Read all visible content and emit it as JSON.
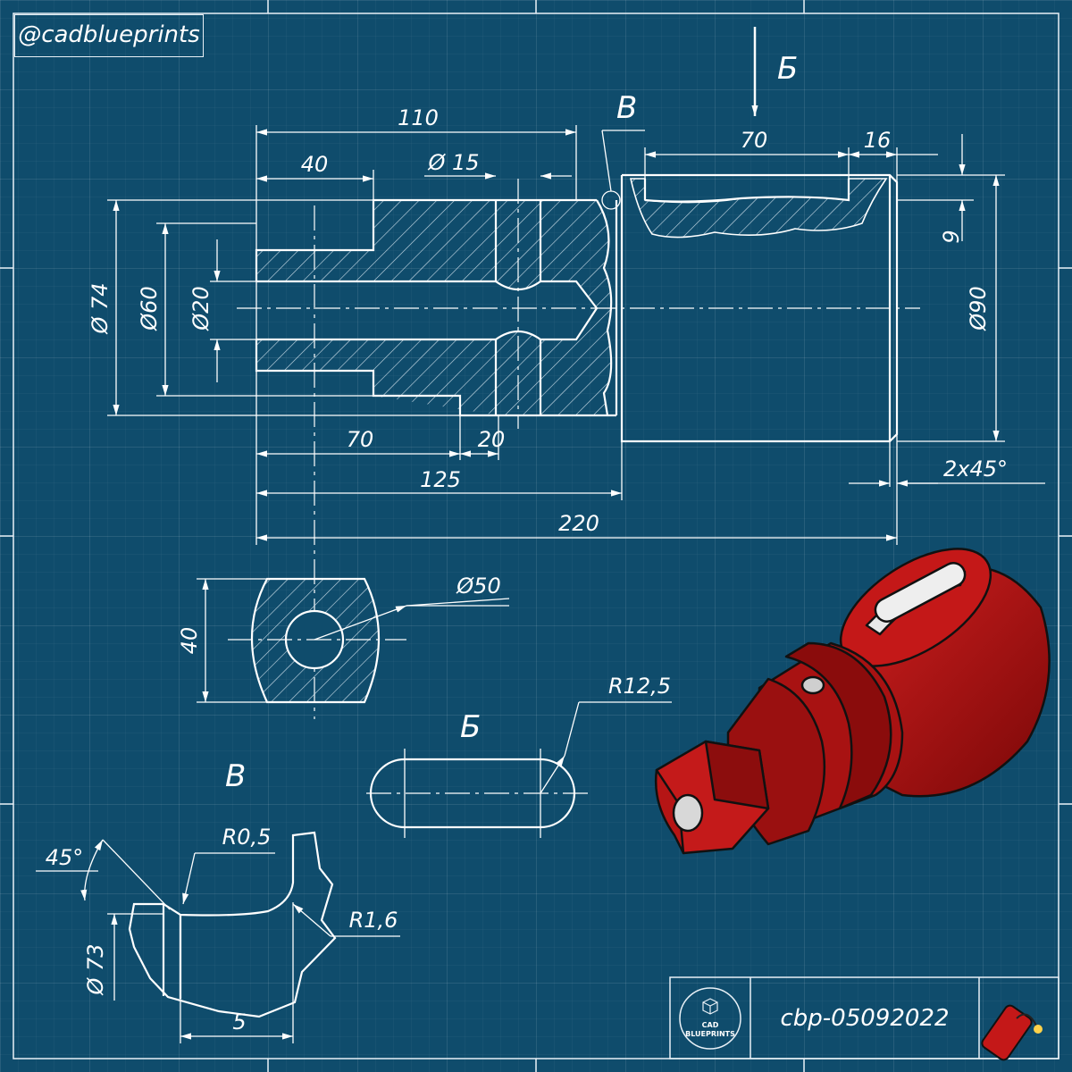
{
  "social_handle": "@cadblueprints",
  "drawing_code": "cbp-05092022",
  "logo_text": [
    "CAD",
    "BLUEPRINTS"
  ],
  "colors": {
    "background": "#0f4c6c",
    "line": "#ffffff",
    "part_fill": "#b01010"
  },
  "dimensions": {
    "len_110": "110",
    "len_40": "40",
    "dia_15": "Ø 15",
    "len_70_top": "70",
    "len_16": "16",
    "dia_74": "Ø 74",
    "dia_60": "Ø60",
    "dia_20": "Ø20",
    "dia_90": "Ø90",
    "depth_9": "9",
    "len_70_bottom": "70",
    "len_20": "20",
    "len_125": "125",
    "len_220": "220",
    "chamfer": "2x45°",
    "dia_50": "Ø50",
    "flat_40": "40",
    "r_12_5": "R12,5",
    "r_0_5": "R0,5",
    "r_1_6": "R1,6",
    "angle_45": "45°",
    "dia_73": "Ø 73",
    "len_5": "5"
  },
  "view_labels": {
    "b_arrow": "Б",
    "v_callout": "В",
    "b_view": "Б",
    "v_detail": "В"
  }
}
